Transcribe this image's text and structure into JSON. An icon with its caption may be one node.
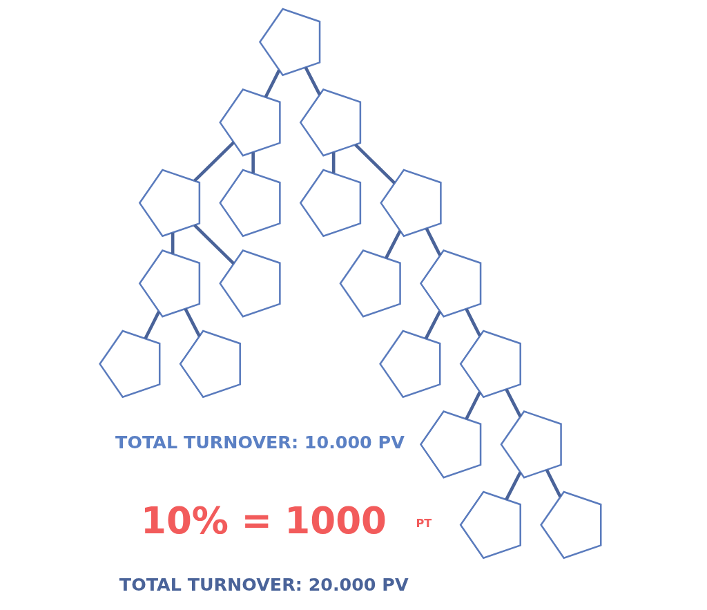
{
  "diagram": {
    "nodes": [
      {
        "text": [],
        "shape": "pentagon"
      },
      {
        "text": [],
        "shape": "pentagon"
      },
      {
        "text": [],
        "shape": "pentagon"
      },
      {
        "text": [],
        "shape": "pentagon"
      },
      {
        "text": [],
        "shape": "pentagon"
      },
      {
        "text": [],
        "shape": "pentagon"
      },
      {
        "text": [],
        "shape": "pentagon"
      },
      {
        "text": [],
        "shape": "pentagon"
      },
      {
        "text": [],
        "shape": "pentagon"
      },
      {
        "text": [],
        "shape": "pentagon"
      },
      {
        "text": [],
        "shape": "pentagon"
      },
      {
        "text": [],
        "shape": "pentagon"
      },
      {
        "text": [],
        "shape": "pentagon"
      },
      {
        "text": [],
        "shape": "pentagon"
      },
      {
        "text": [],
        "shape": "pentagon"
      },
      {
        "text": [],
        "shape": "pentagon"
      },
      {
        "text": [],
        "shape": "pentagon"
      },
      {
        "text": [],
        "shape": "pentagon"
      },
      {
        "text": [],
        "shape": "pentagon"
      }
    ],
    "edges": [
      {
        "from": 0,
        "to": 1,
        "arrow": "none"
      },
      {
        "from": 0,
        "to": 2,
        "arrow": "none"
      },
      {
        "from": 1,
        "to": 3,
        "arrow": "none"
      },
      {
        "from": 1,
        "to": 4,
        "arrow": "none"
      },
      {
        "from": 2,
        "to": 5,
        "arrow": "none"
      },
      {
        "from": 2,
        "to": 6,
        "arrow": "none"
      },
      {
        "from": 3,
        "to": 7,
        "arrow": "none"
      },
      {
        "from": 3,
        "to": 8,
        "arrow": "none"
      },
      {
        "from": 6,
        "to": 9,
        "arrow": "none"
      },
      {
        "from": 6,
        "to": 10,
        "arrow": "none"
      },
      {
        "from": 7,
        "to": 11,
        "arrow": "none"
      },
      {
        "from": 7,
        "to": 12,
        "arrow": "none"
      },
      {
        "from": 10,
        "to": 13,
        "arrow": "none"
      },
      {
        "from": 10,
        "to": 14,
        "arrow": "none"
      },
      {
        "from": 14,
        "to": 15,
        "arrow": "none"
      },
      {
        "from": 14,
        "to": 16,
        "arrow": "none"
      },
      {
        "from": 16,
        "to": 17,
        "arrow": "none"
      },
      {
        "from": 16,
        "to": 18,
        "arrow": "none"
      }
    ],
    "labels": [
      "TOTAL TURNOVER: 10.000 PV",
      "10% = 1000",
      "PT",
      "TOTAL TURNOVER: 20.000 PV"
    ]
  }
}
